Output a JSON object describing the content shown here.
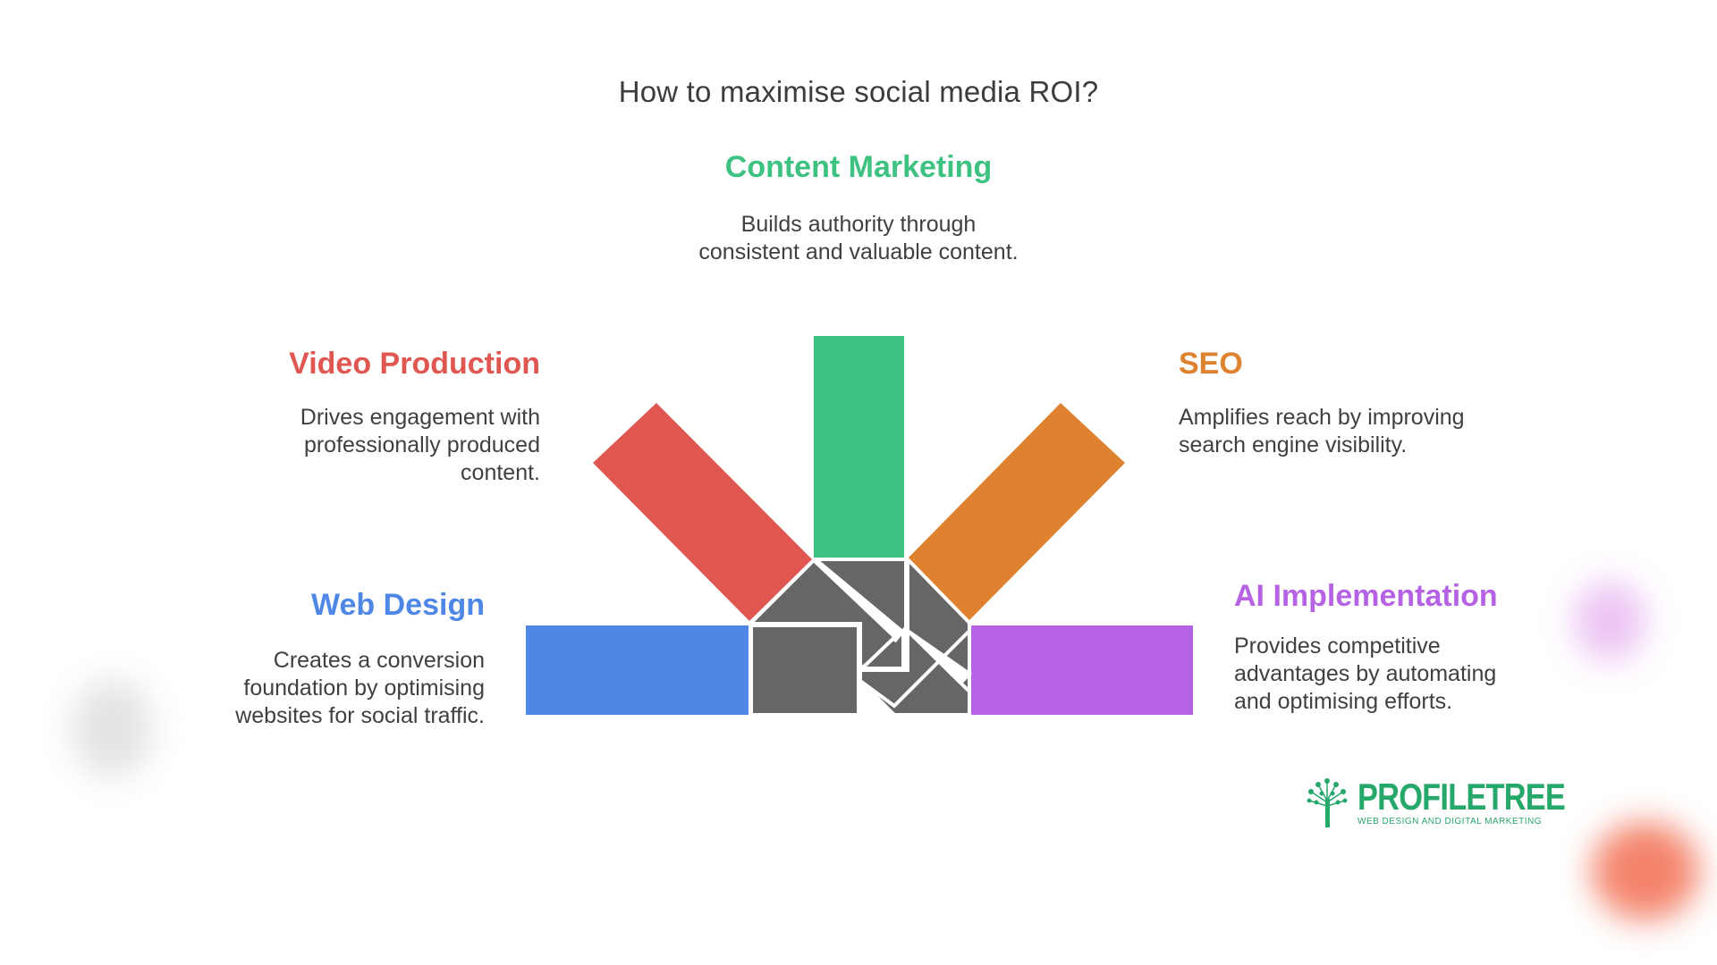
{
  "title": "How to maximise social media ROI?",
  "colors": {
    "content_marketing": "#3ec281",
    "video_production": "#e05752",
    "seo": "#de8230",
    "web_design": "#4f87e6",
    "ai_implementation": "#b662e4",
    "core": "#666666",
    "logo": "#27a86b"
  },
  "items": {
    "content_marketing": {
      "heading": "Content Marketing",
      "description": "Builds authority through consistent and valuable content."
    },
    "video_production": {
      "heading": "Video Production",
      "description": "Drives engagement with professionally produced content."
    },
    "seo": {
      "heading": "SEO",
      "description": "Amplifies reach by improving search engine visibility."
    },
    "web_design": {
      "heading": "Web Design",
      "description": "Creates a conversion foundation by optimising websites for social traffic."
    },
    "ai_implementation": {
      "heading": "AI Implementation",
      "description": "Provides competitive advantages by automating and optimising efforts."
    }
  },
  "logo": {
    "wordmark": "PROFILETREE",
    "tagline": "WEB DESIGN AND DIGITAL MARKETING",
    "icon": "tree-icon"
  }
}
